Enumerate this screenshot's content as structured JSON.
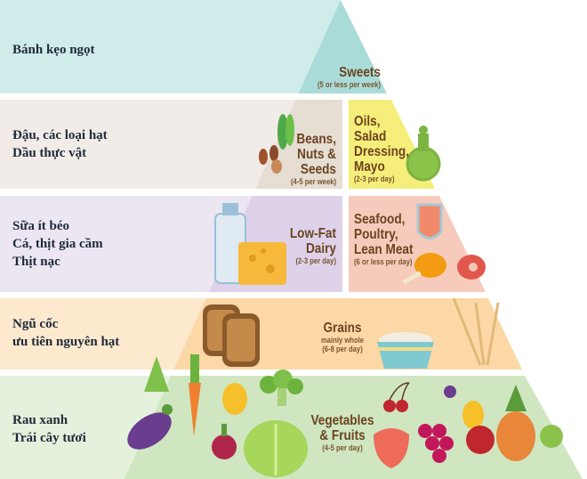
{
  "tiers": [
    {
      "vi": [
        "Bánh kẹo ngọt"
      ],
      "en": [
        "Sweets"
      ],
      "serving": "(5 or less per week)",
      "color": "#a9dcd9"
    },
    {
      "vi": [
        "Đậu, các loại hạt",
        "Dầu thực vật"
      ],
      "en": [
        "Beans,",
        "Nuts &",
        "Seeds"
      ],
      "serving": "(4-5 per week)",
      "color": "#e6ddd3",
      "right": {
        "en": [
          "Oils,",
          "Salad",
          "Dressing,",
          "Mayo"
        ],
        "serving": "(2-3 per day)",
        "color": "#f5ee7a"
      }
    },
    {
      "vi": [
        "Sữa ít béo",
        "Cá, thịt gia cầm",
        "Thịt nạc"
      ],
      "en": [
        "Low-Fat",
        "Dairy"
      ],
      "serving": "(2-3 per day)",
      "color": "#ddd2ea",
      "right": {
        "en": [
          "Seafood,",
          "Poultry,",
          "Lean Meat"
        ],
        "serving": "(6 or less per day)",
        "color": "#f7cbbb"
      }
    },
    {
      "vi": [
        "Ngũ cốc",
        "ưu tiên nguyên hạt"
      ],
      "en": [
        "Grains"
      ],
      "sub": "mainly whole",
      "serving": "(6-8 per day)",
      "color": "#fbd8a6"
    },
    {
      "vi": [
        "Rau xanh",
        "Trái cây tươi"
      ],
      "en": [
        "Vegetables",
        "& Fruits"
      ],
      "serving": "(4-5 per day)",
      "color": "#cfe6c0"
    }
  ]
}
